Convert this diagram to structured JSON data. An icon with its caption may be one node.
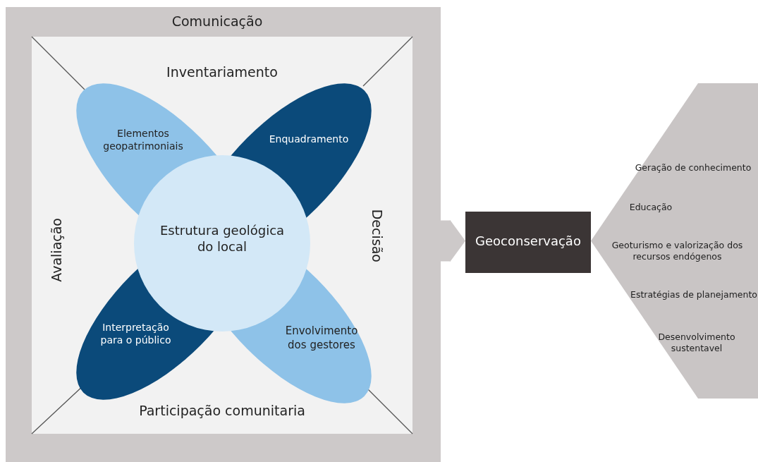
{
  "diagram": {
    "nodes": [
      {
        "text": [
          "Comunicação"
        ]
      },
      {
        "text": [
          "Inventariamento",
          "Avaliação",
          "Decisão",
          "Participação comunitaria"
        ],
        "in": 0
      },
      {
        "text": [
          "Elementos geopatrimoniais"
        ],
        "in": 1
      },
      {
        "text": [
          "Enquadramento"
        ],
        "in": 1
      },
      {
        "text": [
          "Interpretação para o público"
        ],
        "in": 1
      },
      {
        "text": [
          "Envolvimento dos gestores"
        ],
        "in": 1
      },
      {
        "text": [
          "Estrutura geológica do local"
        ],
        "in": 1
      },
      {
        "text": [
          "Geoconservação"
        ]
      },
      {
        "text": [
          "Geração de conhecimento",
          "Educação",
          "Geoturismo e valorização dos recursos endógenos",
          "Estratégias de planejamento",
          "Desenvolvimento sustentavel"
        ]
      }
    ],
    "edges": [
      {
        "from": 0,
        "to": 7,
        "arrow": "to"
      }
    ]
  }
}
